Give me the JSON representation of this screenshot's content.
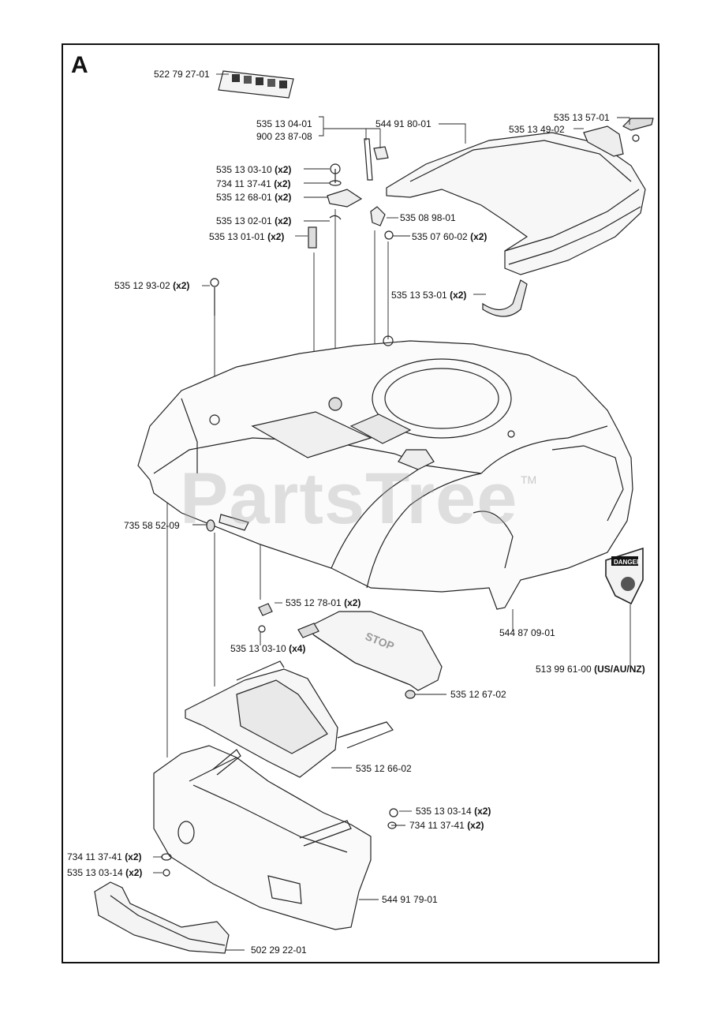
{
  "section_letter": "A",
  "watermark": "PartsTree",
  "watermark_tm": "TM",
  "stop_text": "STOP",
  "danger_text": "DANGER",
  "parts": [
    {
      "id": "p1",
      "number": "522 79 27-01",
      "qty": ""
    },
    {
      "id": "p2",
      "number": "535 13 04-01",
      "qty": ""
    },
    {
      "id": "p3",
      "number": "900 23 87-08",
      "qty": ""
    },
    {
      "id": "p4",
      "number": "544 91 80-01",
      "qty": ""
    },
    {
      "id": "p5",
      "number": "535 13 57-01",
      "qty": ""
    },
    {
      "id": "p6",
      "number": "535 13 49-02",
      "qty": ""
    },
    {
      "id": "p7",
      "number": "535 13 03-10",
      "qty": "(x2)"
    },
    {
      "id": "p8",
      "number": "734 11 37-41",
      "qty": "(x2)"
    },
    {
      "id": "p9",
      "number": "535 12 68-01",
      "qty": "(x2)"
    },
    {
      "id": "p10",
      "number": "535 13 02-01",
      "qty": "(x2)"
    },
    {
      "id": "p11",
      "number": "535 08 98-01",
      "qty": ""
    },
    {
      "id": "p12",
      "number": "535 13 01-01",
      "qty": "(x2)"
    },
    {
      "id": "p13",
      "number": "535 07 60-02",
      "qty": "(x2)"
    },
    {
      "id": "p14",
      "number": "535 12 93-02",
      "qty": "(x2)"
    },
    {
      "id": "p15",
      "number": "535 13 53-01",
      "qty": "(x2)"
    },
    {
      "id": "p16",
      "number": "735 58 52-09",
      "qty": ""
    },
    {
      "id": "p17",
      "number": "544 87 09-01",
      "qty": ""
    },
    {
      "id": "p18",
      "number": "535 12 78-01",
      "qty": "(x2)"
    },
    {
      "id": "p19",
      "number": "535 13 03-10",
      "qty": "(x4)"
    },
    {
      "id": "p20",
      "number": "513 99 61-00",
      "qty": "(US/AU/NZ)"
    },
    {
      "id": "p21",
      "number": "535 12 67-02",
      "qty": ""
    },
    {
      "id": "p22",
      "number": "535 12 66-02",
      "qty": ""
    },
    {
      "id": "p23",
      "number": "535 13 03-14",
      "qty": "(x2)"
    },
    {
      "id": "p24",
      "number": "734 11 37-41",
      "qty": "(x2)"
    },
    {
      "id": "p25",
      "number": "734 11 37-41",
      "qty": "(x2)"
    },
    {
      "id": "p26",
      "number": "535 13 03-14",
      "qty": "(x2)"
    },
    {
      "id": "p27",
      "number": "544 91 79-01",
      "qty": ""
    },
    {
      "id": "p28",
      "number": "502 29 22-01",
      "qty": ""
    }
  ]
}
